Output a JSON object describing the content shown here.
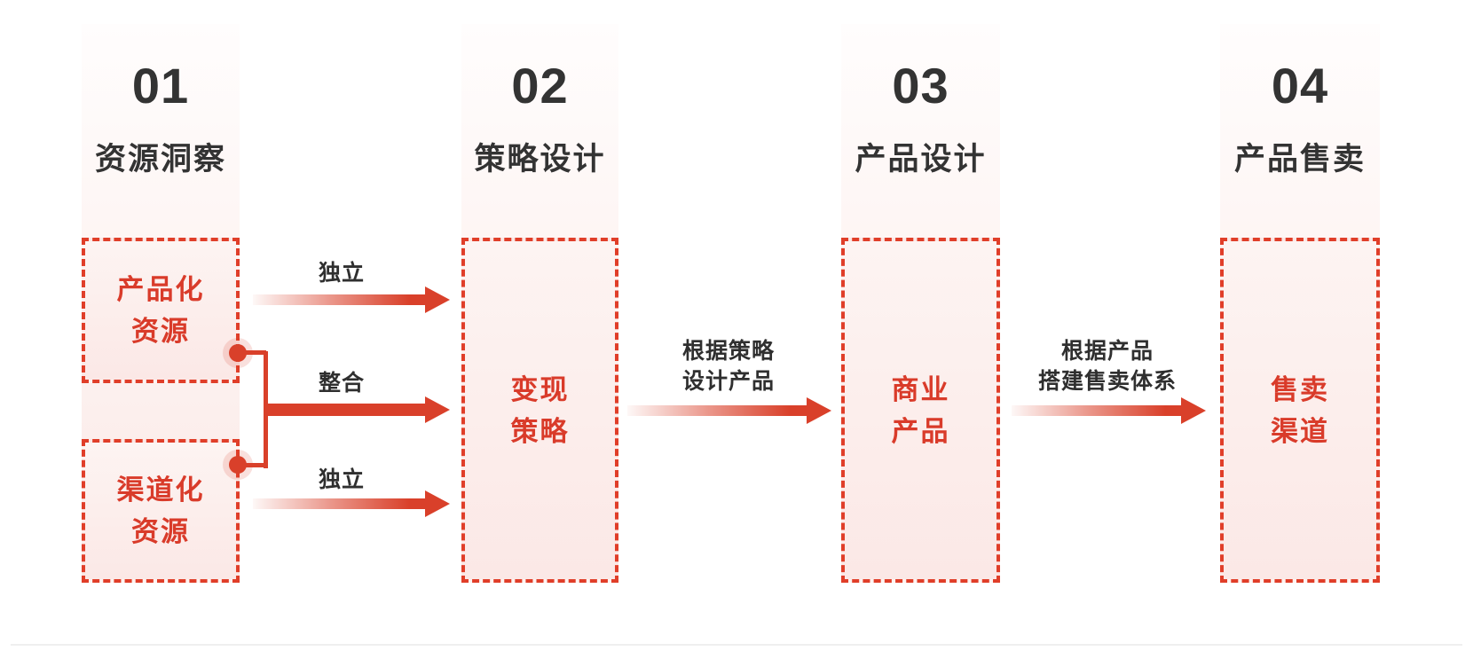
{
  "colors": {
    "accent_red": "#d9402a",
    "border_red": "#e03e29",
    "dark_text": "#333333",
    "strip_pink": "#fbe9e7",
    "divider_gray": "#efefef"
  },
  "stages": [
    {
      "number": "01",
      "title": "资源洞察"
    },
    {
      "number": "02",
      "title": "策略设计"
    },
    {
      "number": "03",
      "title": "产品设计"
    },
    {
      "number": "04",
      "title": "产品售卖"
    }
  ],
  "boxes": {
    "productized": {
      "lines": [
        "产品化",
        "资源"
      ]
    },
    "channelized": {
      "lines": [
        "渠道化",
        "资源"
      ]
    },
    "strategy": {
      "lines": [
        "变现",
        "策略"
      ]
    },
    "product": {
      "lines": [
        "商业",
        "产品"
      ]
    },
    "channel": {
      "lines": [
        "售卖",
        "渠道"
      ]
    }
  },
  "arrows": {
    "independent_top": "独立",
    "integrate": "整合",
    "independent_bottom": "独立",
    "strategy_to_product": {
      "lines": [
        "根据策略",
        "设计产品"
      ]
    },
    "product_to_channel": {
      "lines": [
        "根据产品",
        "搭建售卖体系"
      ]
    }
  }
}
